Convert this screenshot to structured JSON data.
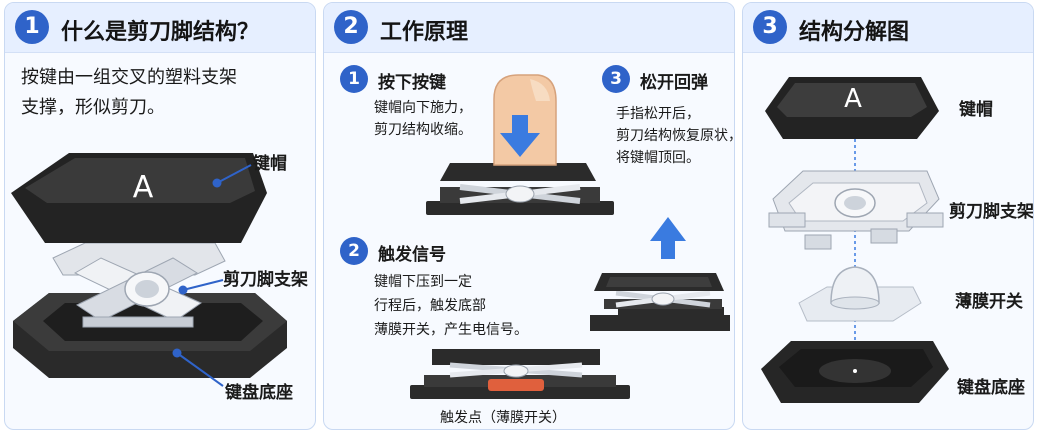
{
  "panel1": {
    "number": "1",
    "title": "什么是剪刀脚结构？",
    "intro_line1": "按键由一组交叉的塑料支架",
    "intro_line2": "支撑，形似剪刀。",
    "keycap_letter": "A",
    "labels": {
      "keycap": "键帽",
      "scissor": "剪刀脚支架",
      "base": "键盘底座"
    }
  },
  "panel2": {
    "number": "2",
    "title": "工作原理",
    "step1": {
      "number": "1",
      "title": "按下按键",
      "desc1": "键帽向下施力，",
      "desc2": "剪刀结构收缩。"
    },
    "step2": {
      "number": "2",
      "title": "触发信号",
      "desc1": "键帽下压到一定",
      "desc2": "行程后，触发底部",
      "desc3": "薄膜开关，产生电信号。"
    },
    "step3": {
      "number": "3",
      "title": "松开回弹",
      "desc1": "手指松开后，",
      "desc2": "剪刀结构恢复原状，",
      "desc3": "将键帽顶回。"
    },
    "trigger_caption": "触发点（薄膜开关）"
  },
  "panel3": {
    "number": "3",
    "title": "结构分解图",
    "keycap_letter": "A",
    "labels": {
      "keycap": "键帽",
      "scissor": "剪刀脚支架",
      "membrane": "薄膜开关",
      "base": "键盘底座"
    }
  },
  "colors": {
    "accent": "#2f63c9",
    "arrow": "#3a7be0",
    "dark": "#2b2b2b",
    "trigger": "#e0603d"
  }
}
